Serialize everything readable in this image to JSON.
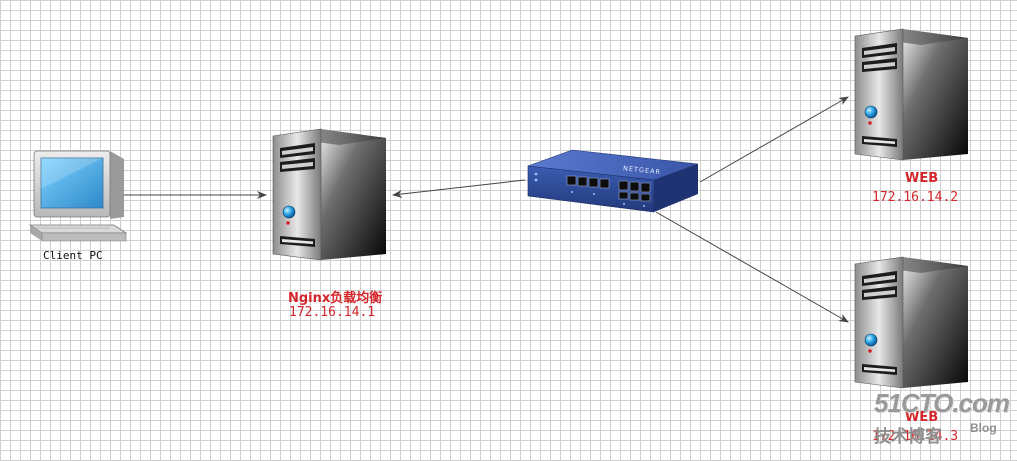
{
  "nodes": {
    "client": {
      "label": "Client PC"
    },
    "nginx": {
      "name": "Nginx负载均衡",
      "ip": "172.16.14.1"
    },
    "web1": {
      "name": "WEB",
      "ip": "172.16.14.2"
    },
    "web2": {
      "name": "WEB",
      "ip": "172.16.14.3"
    },
    "switch": {
      "brand": "NETGEAR"
    }
  },
  "watermark": {
    "site": "51CTO.com",
    "tagline": "技术博客",
    "blog": "Blog"
  },
  "colors": {
    "label_red": "#d4262a",
    "switch_blue": "#2f4f9e",
    "line": "#555555"
  }
}
